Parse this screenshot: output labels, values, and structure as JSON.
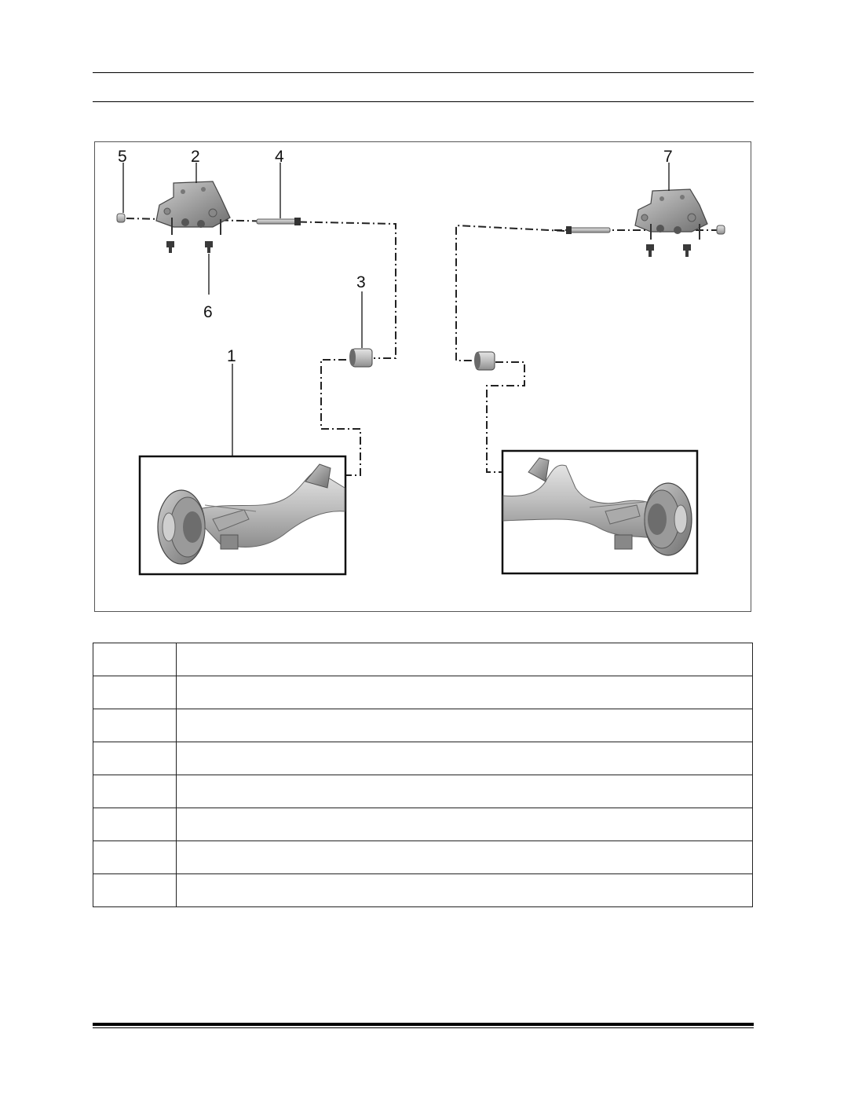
{
  "figure": {
    "callouts": [
      "1",
      "2",
      "3",
      "4",
      "5",
      "6",
      "7"
    ]
  },
  "table": {
    "rows": [
      {
        "no": "",
        "name": ""
      },
      {
        "no": "",
        "name": ""
      },
      {
        "no": "",
        "name": ""
      },
      {
        "no": "",
        "name": ""
      },
      {
        "no": "",
        "name": ""
      },
      {
        "no": "",
        "name": ""
      },
      {
        "no": "",
        "name": ""
      },
      {
        "no": "",
        "name": ""
      }
    ]
  }
}
